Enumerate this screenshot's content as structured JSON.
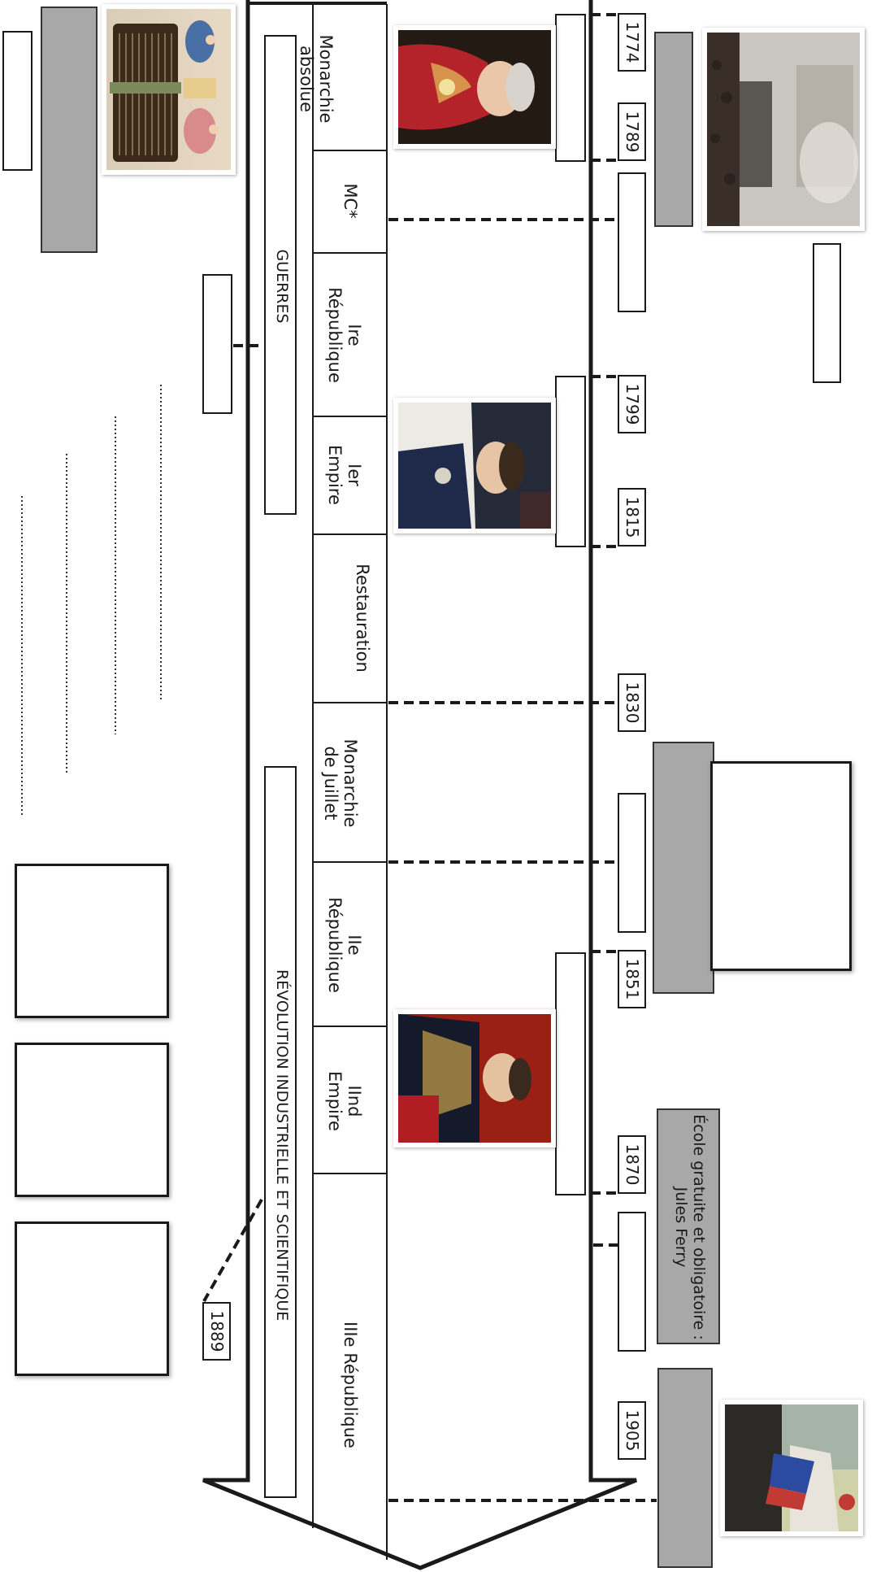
{
  "timeline": {
    "periods": [
      {
        "id": "monarchie-absolue",
        "label": "Monarchie absolue",
        "html_lines": [
          "Monarchie",
          "absolue"
        ]
      },
      {
        "id": "mc",
        "label": "MC*",
        "html_lines": [
          "MC*"
        ]
      },
      {
        "id": "ire-republique",
        "label": "Ire République",
        "html_lines": [
          "Ire",
          "République"
        ]
      },
      {
        "id": "ier-empire",
        "label": "Ier Empire",
        "html_lines": [
          "Ier",
          "Empire"
        ]
      },
      {
        "id": "restauration",
        "label": "Restauration",
        "html_lines": [
          "Restauration"
        ]
      },
      {
        "id": "monarchie-juillet",
        "label": "Monarchie de Juillet",
        "html_lines": [
          "Monarchie",
          "de Juillet"
        ]
      },
      {
        "id": "iie-republique",
        "label": "IIe République",
        "html_lines": [
          "IIe",
          "République"
        ]
      },
      {
        "id": "iind-empire",
        "label": "IInd Empire",
        "html_lines": [
          "IInd",
          "Empire"
        ]
      },
      {
        "id": "iiie-republique",
        "label": "IIIe République",
        "html_lines": [
          "IIIe République"
        ]
      }
    ],
    "years": [
      "1774",
      "1789",
      "1799",
      "1815",
      "1830",
      "1851",
      "1870",
      "1905",
      "1889"
    ],
    "bands": {
      "wars": "GUERRES",
      "industrial": "RÉVOLUTION INDUSTRIELLE ET SCIENTIFIQUE"
    },
    "note_box": "École gratuite et obligatoire : Jules Ferry"
  },
  "colors": {
    "line": "#1a1a1a",
    "gray_box": "#a8a8a8",
    "background": "#ffffff"
  },
  "images": [
    {
      "id": "declaration-droits-homme",
      "icon": "document-tablet-image"
    },
    {
      "id": "louis-xvi-portrait",
      "icon": "portrait-image"
    },
    {
      "id": "prise-bastille",
      "icon": "painting-image"
    },
    {
      "id": "napoleon-portrait",
      "icon": "portrait-image"
    },
    {
      "id": "napoleon-iii-portrait",
      "icon": "portrait-image"
    },
    {
      "id": "separation-eglise-etat",
      "icon": "painting-image"
    }
  ]
}
